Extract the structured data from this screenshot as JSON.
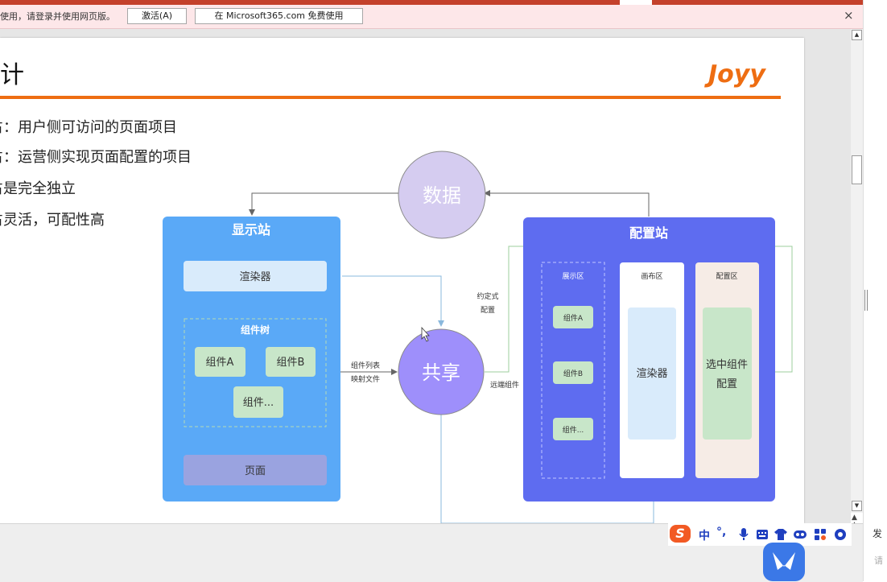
{
  "window": {
    "notice_text": "使用，请登录并使用网页版。",
    "activate_label": "激活(A)",
    "m365_label": "在 Microsoft365.com 免费使用",
    "close_glyph": "×"
  },
  "slide": {
    "title": "计",
    "logo": "Joyy",
    "bullets": [
      "占：用户侧可访问的页面项目",
      "占：运营侧实现页面配置的项目",
      "占是完全独立",
      "占灵活，可配性高"
    ]
  },
  "diagram": {
    "data_node": "数据",
    "share_node": "共享",
    "display_site": {
      "title": "显示站",
      "renderer": "渲染器",
      "tree_title": "组件树",
      "comp_a": "组件A",
      "comp_b": "组件B",
      "comp_more": "组件...",
      "page": "页面"
    },
    "config_site": {
      "title": "配置站",
      "show_area": "展示区",
      "canvas_area": "画布区",
      "config_area": "配置区",
      "comp_a": "组件A",
      "comp_b": "组件B",
      "comp_more": "组件...",
      "renderer": "渲染器",
      "selected_line1": "选中组件",
      "selected_line2": "配置"
    },
    "edge_list_line1": "组件列表",
    "edge_list_line2": "映射文件",
    "edge_convention_line1": "约定式",
    "edge_convention_line2": "配置",
    "edge_remote": "远端组件"
  },
  "ime": {
    "lang": "中",
    "punct": "°,",
    "side_text_1": "发",
    "side_text_2": "请"
  }
}
